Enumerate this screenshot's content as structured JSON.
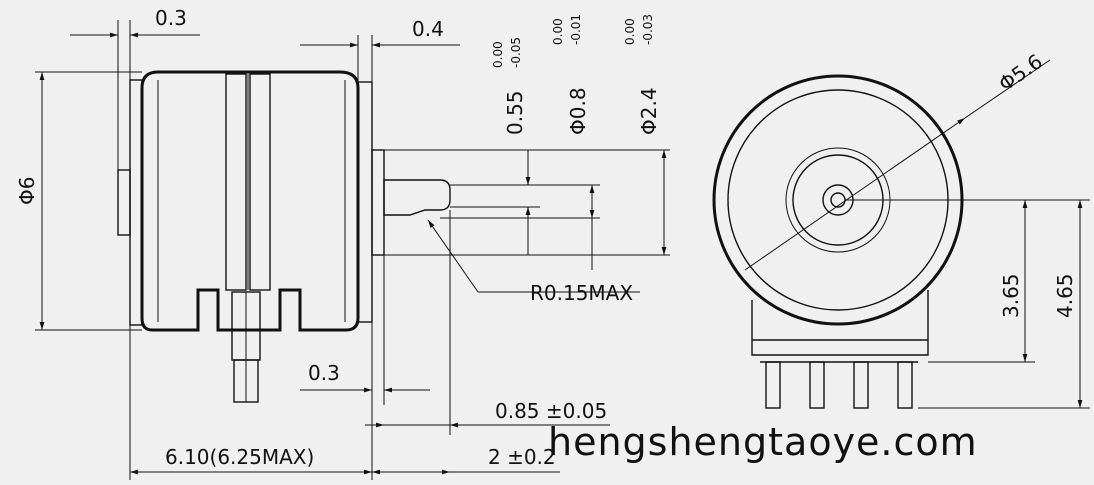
{
  "dimensions": {
    "top_left": "0.3",
    "top_right": "0.4",
    "dia_shaft_tol_label": "0.55",
    "dia_shaft_tol_upper": "0.00",
    "dia_shaft_tol_lower": "-0.05",
    "dia_08_label": "Φ0.8",
    "dia_08_upper": "0.00",
    "dia_08_lower": "-0.01",
    "dia_24_label": "Φ2.4",
    "dia_24_upper": "0.00",
    "dia_24_lower": "-0.03",
    "dia_body": "Φ6",
    "radius_note": "R0.15MAX",
    "pin_offset": "0.3",
    "shaft_step": "0.85 ±0.05",
    "total_length": "6.10(6.25MAX)",
    "shaft_len": "2 ±0.2",
    "dia_56": "Φ5.6",
    "h_365": "3.65",
    "h_465": "4.65"
  },
  "watermark": "hengshengtaoye.com"
}
